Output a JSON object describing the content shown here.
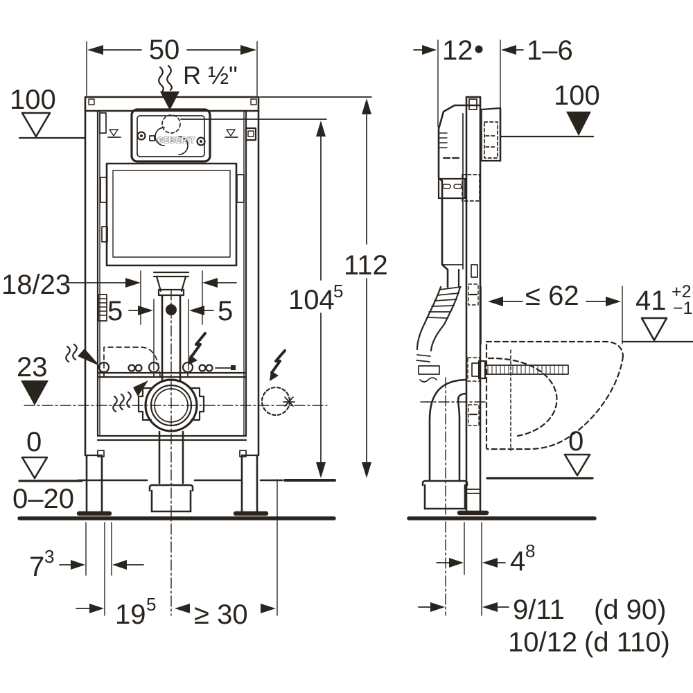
{
  "colors": {
    "ink": "#2a241f",
    "background": "#ffffff"
  },
  "logo": {
    "brand": "GEBERIT"
  },
  "front": {
    "width": "50",
    "supply": "R ½\"",
    "level_top": "100",
    "pipe_offset": "18/23",
    "offset_left": "5",
    "offset_right": "5",
    "outlet_level": "23",
    "actuator_height": {
      "base": "104",
      "sup": "5"
    },
    "frame_height": "112",
    "floor_level": "0",
    "floor_adjust_range": "0–20",
    "edge_distance": {
      "base": "7",
      "sup": "3"
    },
    "valve_distance": {
      "base": "19",
      "sup": "5"
    },
    "side_clearance_min": "≥ 30"
  },
  "side": {
    "frame_depth": "12",
    "wall_finish_range": "1–6",
    "level_top": "100",
    "pan_depth_max": "≤ 62",
    "seat_height": {
      "base": "41",
      "sup": "+2",
      "sub": "−1"
    },
    "floor_level": "0",
    "rail_wall_distance": {
      "base": "4",
      "sup": "8"
    },
    "drain_rows": [
      {
        "dim": "9/11",
        "pipe": "(d 90)"
      },
      {
        "dim": "10/12",
        "pipe": "(d 110)"
      }
    ]
  }
}
